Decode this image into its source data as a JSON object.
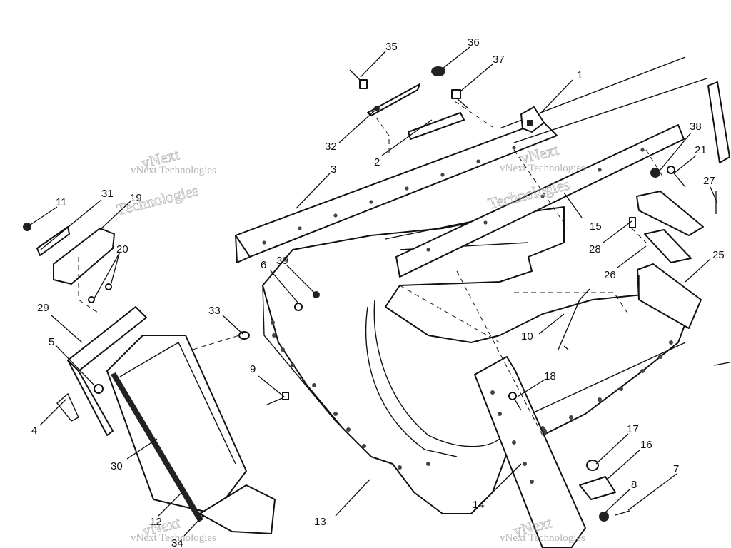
{
  "callouts": [
    "1",
    "2",
    "3",
    "4",
    "5",
    "6",
    "7",
    "8",
    "9",
    "10",
    "11",
    "12",
    "13",
    "14",
    "15",
    "16",
    "17",
    "18",
    "19",
    "20",
    "21",
    "25",
    "26",
    "27",
    "28",
    "29",
    "30",
    "31",
    "32",
    "33",
    "34",
    "35",
    "36",
    "37",
    "38",
    "39"
  ],
  "watermark": {
    "brand": "vNext",
    "company": "vNext Technologies",
    "word": "Technologies"
  }
}
